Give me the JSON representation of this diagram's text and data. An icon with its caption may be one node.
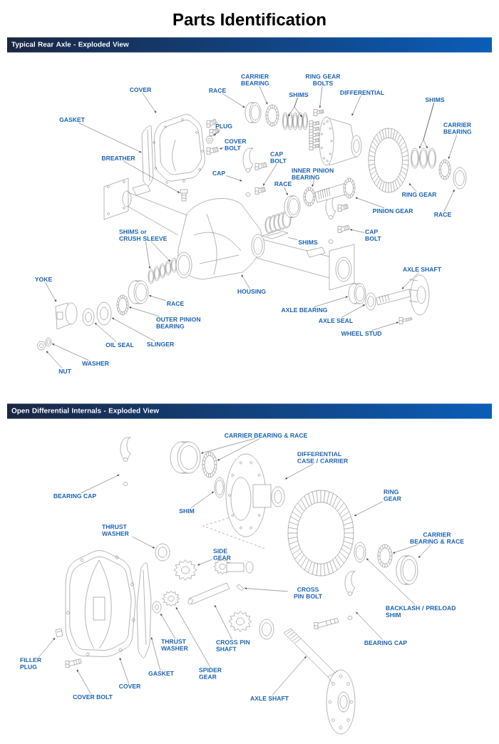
{
  "diagram": {
    "title": "Parts Identification",
    "nodes": [
      {
        "text": [
          "Typical Rear Axle - Exploded View"
        ]
      },
      {
        "text": [
          "Open Differential Internals - Exploded View"
        ]
      },
      {
        "text": [
          "COVER"
        ]
      },
      {
        "text": [
          "GASKET"
        ]
      },
      {
        "text": [
          "PLUG"
        ]
      },
      {
        "text": [
          "COVER BOLT"
        ]
      },
      {
        "text": [
          "BREATHER"
        ]
      },
      {
        "text": [
          "CAP"
        ]
      },
      {
        "text": [
          "RACE"
        ]
      },
      {
        "text": [
          "CARRIER BEARING"
        ]
      },
      {
        "text": [
          "SHIMS"
        ]
      },
      {
        "text": [
          "RING GEAR BOLTS"
        ]
      },
      {
        "text": [
          "DIFFERENTIAL"
        ]
      },
      {
        "text": [
          "SHIMS"
        ]
      },
      {
        "text": [
          "CARRIER BEARING"
        ]
      },
      {
        "text": [
          "RACE"
        ]
      },
      {
        "text": [
          "RING GEAR"
        ]
      },
      {
        "text": [
          "PINION GEAR"
        ]
      },
      {
        "text": [
          "CAP BOLT"
        ]
      },
      {
        "text": [
          "INNER PINION BEARING"
        ]
      },
      {
        "text": [
          "RACE"
        ]
      },
      {
        "text": [
          "CAP BOLT"
        ]
      },
      {
        "text": [
          "SHIMS"
        ]
      },
      {
        "text": [
          "SHIMS or CRUSH SLEEVE"
        ]
      },
      {
        "text": [
          "YOKE"
        ]
      },
      {
        "text": [
          "HOUSING"
        ]
      },
      {
        "text": [
          "RACE"
        ]
      },
      {
        "text": [
          "OUTER PINION BEARING"
        ]
      },
      {
        "text": [
          "AXLE SHAFT"
        ]
      },
      {
        "text": [
          "AXLE BEARING"
        ]
      },
      {
        "text": [
          "AXLE SEAL"
        ]
      },
      {
        "text": [
          "WHEEL STUD"
        ]
      },
      {
        "text": [
          "SLINGER"
        ]
      },
      {
        "text": [
          "OIL SEAL"
        ]
      },
      {
        "text": [
          "WASHER"
        ]
      },
      {
        "text": [
          "NUT"
        ]
      },
      {
        "text": [
          "CARRIER BEARING & RACE"
        ]
      },
      {
        "text": [
          "DIFFERENTIAL CASE / CARRIER"
        ]
      },
      {
        "text": [
          "BEARING CAP"
        ]
      },
      {
        "text": [
          "SHIM"
        ]
      },
      {
        "text": [
          "RING GEAR"
        ]
      },
      {
        "text": [
          "THRUST WASHER"
        ]
      },
      {
        "text": [
          "SIDE GEAR"
        ]
      },
      {
        "text": [
          "CARRIER BEARING & RACE"
        ]
      },
      {
        "text": [
          "CROSS PIN BOLT"
        ]
      },
      {
        "text": [
          "BACKLASH / PRELOAD SHIM"
        ]
      },
      {
        "text": [
          "FILLER PLUG"
        ]
      },
      {
        "text": [
          "THRUST WASHER"
        ]
      },
      {
        "text": [
          "CROSS PIN SHAFT"
        ]
      },
      {
        "text": [
          "BEARING CAP"
        ]
      },
      {
        "text": [
          "GASKET"
        ]
      },
      {
        "text": [
          "SPIDER GEAR"
        ]
      },
      {
        "text": [
          "COVER"
        ]
      },
      {
        "text": [
          "COVER BOLT"
        ]
      },
      {
        "text": [
          "AXLE SHAFT"
        ]
      },
      {
        "text": [],
        "shape": "picture"
      },
      {
        "text": [],
        "shape": "picture"
      },
      {
        "text": [],
        "shape": "picture"
      },
      {
        "text": [],
        "shape": "picture"
      },
      {
        "text": [],
        "shape": "picture"
      },
      {
        "text": [],
        "shape": "picture"
      },
      {
        "text": [],
        "shape": "picture"
      },
      {
        "text": [],
        "shape": "picture"
      },
      {
        "text": [],
        "shape": "picture"
      },
      {
        "text": [],
        "shape": "picture"
      },
      {
        "text": [],
        "shape": "picture"
      },
      {
        "text": [],
        "shape": "picture"
      },
      {
        "text": [],
        "shape": "picture"
      },
      {
        "text": [],
        "shape": "picture"
      },
      {
        "text": [],
        "shape": "picture"
      },
      {
        "text": [],
        "shape": "picture"
      },
      {
        "text": [],
        "shape": "picture"
      },
      {
        "text": [],
        "shape": "picture"
      },
      {
        "text": [],
        "shape": "picture"
      },
      {
        "text": [],
        "shape": "picture"
      },
      {
        "text": [],
        "shape": "picture"
      },
      {
        "text": [],
        "shape": "picture"
      },
      {
        "text": [],
        "shape": "picture"
      },
      {
        "text": [],
        "shape": "picture"
      },
      {
        "text": [],
        "shape": "picture"
      },
      {
        "text": [],
        "shape": "picture"
      },
      {
        "text": [],
        "shape": "picture"
      },
      {
        "text": [],
        "shape": "picture"
      },
      {
        "text": [],
        "shape": "picture"
      },
      {
        "text": [],
        "shape": "picture"
      },
      {
        "text": [],
        "shape": "picture"
      },
      {
        "text": [],
        "shape": "picture"
      },
      {
        "text": [],
        "shape": "picture"
      },
      {
        "text": [],
        "shape": "picture"
      },
      {
        "text": [],
        "shape": "picture"
      },
      {
        "text": [],
        "shape": "picture"
      },
      {
        "text": [],
        "shape": "picture"
      },
      {
        "text": [],
        "shape": "picture"
      },
      {
        "text": [],
        "shape": "picture"
      },
      {
        "text": [],
        "shape": "picture"
      },
      {
        "text": [],
        "shape": "picture"
      },
      {
        "text": [],
        "shape": "picture"
      },
      {
        "text": [],
        "shape": "picture"
      },
      {
        "text": [],
        "shape": "picture"
      },
      {
        "text": [],
        "shape": "picture"
      },
      {
        "text": [],
        "shape": "picture"
      },
      {
        "text": [],
        "shape": "picture"
      },
      {
        "text": [],
        "shape": "picture"
      },
      {
        "text": [],
        "shape": "picture"
      },
      {
        "text": [],
        "shape": "picture"
      },
      {
        "text": [],
        "shape": "picture"
      },
      {
        "text": [],
        "shape": "picture"
      },
      {
        "text": [],
        "shape": "picture"
      },
      {
        "text": [],
        "shape": "picture"
      },
      {
        "text": [],
        "shape": "picture"
      },
      {
        "text": [],
        "shape": "picture"
      },
      {
        "text": [],
        "shape": "picture"
      },
      {
        "text": [],
        "shape": "picture"
      }
    ],
    "edges": [
      {
        "from": 2,
        "to": 55,
        "arrow": "to"
      },
      {
        "from": 3,
        "to": 56,
        "arrow": "to"
      },
      {
        "from": 4,
        "to": 57,
        "arrow": "to"
      },
      {
        "from": 5,
        "to": 58,
        "arrow": "to"
      },
      {
        "from": 6,
        "to": 59,
        "arrow": "to"
      },
      {
        "from": 7,
        "to": 60,
        "arrow": "to"
      },
      {
        "from": 8,
        "to": 61,
        "arrow": "to"
      },
      {
        "from": 9,
        "to": 62,
        "arrow": "to"
      },
      {
        "from": 10,
        "to": 63,
        "arrow": "to"
      },
      {
        "from": 10,
        "to": 64,
        "arrow": "to"
      },
      {
        "from": 11,
        "to": 65,
        "arrow": "to"
      },
      {
        "from": 12,
        "to": 66,
        "arrow": "to"
      },
      {
        "from": 13,
        "to": 67,
        "arrow": "to"
      },
      {
        "from": 13,
        "to": 68,
        "arrow": "to"
      },
      {
        "from": 14,
        "to": 69,
        "arrow": "to"
      },
      {
        "from": 15,
        "to": 70,
        "arrow": "to"
      },
      {
        "from": 16,
        "to": 71,
        "arrow": "to"
      },
      {
        "from": 17,
        "to": 72,
        "arrow": "to"
      },
      {
        "from": 18,
        "to": 73,
        "arrow": "to"
      },
      {
        "from": 19,
        "to": 74,
        "arrow": "to"
      },
      {
        "from": 20,
        "to": 75,
        "arrow": "to"
      },
      {
        "from": 21,
        "to": 76,
        "arrow": "to"
      },
      {
        "from": 22,
        "to": 77,
        "arrow": "none"
      },
      {
        "from": 23,
        "to": 78,
        "arrow": "to"
      },
      {
        "from": 23,
        "to": 79,
        "arrow": "to"
      },
      {
        "from": 24,
        "to": 80,
        "arrow": "to"
      },
      {
        "from": 25,
        "to": 81,
        "arrow": "to"
      },
      {
        "from": 26,
        "to": 82,
        "arrow": "to"
      },
      {
        "from": 27,
        "to": 83,
        "arrow": "to"
      },
      {
        "from": 28,
        "to": 84,
        "arrow": "to"
      },
      {
        "from": 29,
        "to": 85,
        "arrow": "to"
      },
      {
        "from": 30,
        "to": 86,
        "arrow": "to"
      },
      {
        "from": 31,
        "to": 87,
        "arrow": "to"
      },
      {
        "from": 32,
        "to": 88,
        "arrow": "to"
      },
      {
        "from": 33,
        "to": 89,
        "arrow": "to"
      },
      {
        "from": 34,
        "to": 90,
        "arrow": "to"
      },
      {
        "from": 35,
        "to": 91,
        "arrow": "to"
      },
      {
        "from": 36,
        "to": 92,
        "arrow": "to"
      },
      {
        "from": 36,
        "to": 93,
        "arrow": "to"
      },
      {
        "from": 37,
        "to": 94,
        "arrow": "to"
      },
      {
        "from": 38,
        "to": 95,
        "arrow": "to"
      },
      {
        "from": 39,
        "to": 96,
        "arrow": "to"
      },
      {
        "from": 40,
        "to": 97,
        "arrow": "to"
      },
      {
        "from": 41,
        "to": 98,
        "arrow": "to"
      },
      {
        "from": 42,
        "to": 99,
        "arrow": "to"
      },
      {
        "from": 43,
        "to": 100,
        "arrow": "to"
      },
      {
        "from": 43,
        "to": 101,
        "arrow": "to"
      },
      {
        "from": 44,
        "to": 102,
        "arrow": "to"
      },
      {
        "from": 45,
        "to": 103,
        "arrow": "to"
      },
      {
        "from": 46,
        "to": 104,
        "arrow": "to"
      },
      {
        "from": 47,
        "to": 105,
        "arrow": "to"
      },
      {
        "from": 48,
        "to": 106,
        "arrow": "to"
      },
      {
        "from": 49,
        "to": 107,
        "arrow": "to"
      },
      {
        "from": 50,
        "to": 108,
        "arrow": "to"
      },
      {
        "from": 51,
        "to": 109,
        "arrow": "to"
      },
      {
        "from": 52,
        "to": 110,
        "arrow": "to"
      },
      {
        "from": 53,
        "to": 111,
        "arrow": "to"
      },
      {
        "from": 54,
        "to": 112,
        "arrow": "to"
      }
    ]
  }
}
